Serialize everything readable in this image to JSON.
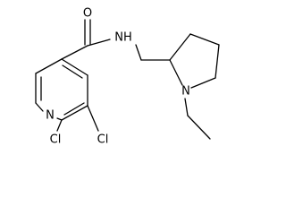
{
  "molecule": {
    "atoms": {
      "oxygen": "O",
      "amide_nitrogen": "NH",
      "pyridine_nitrogen": "N",
      "pyrrolidine_nitrogen": "N",
      "chlorine_1": "Cl",
      "chlorine_2": "Cl"
    }
  }
}
